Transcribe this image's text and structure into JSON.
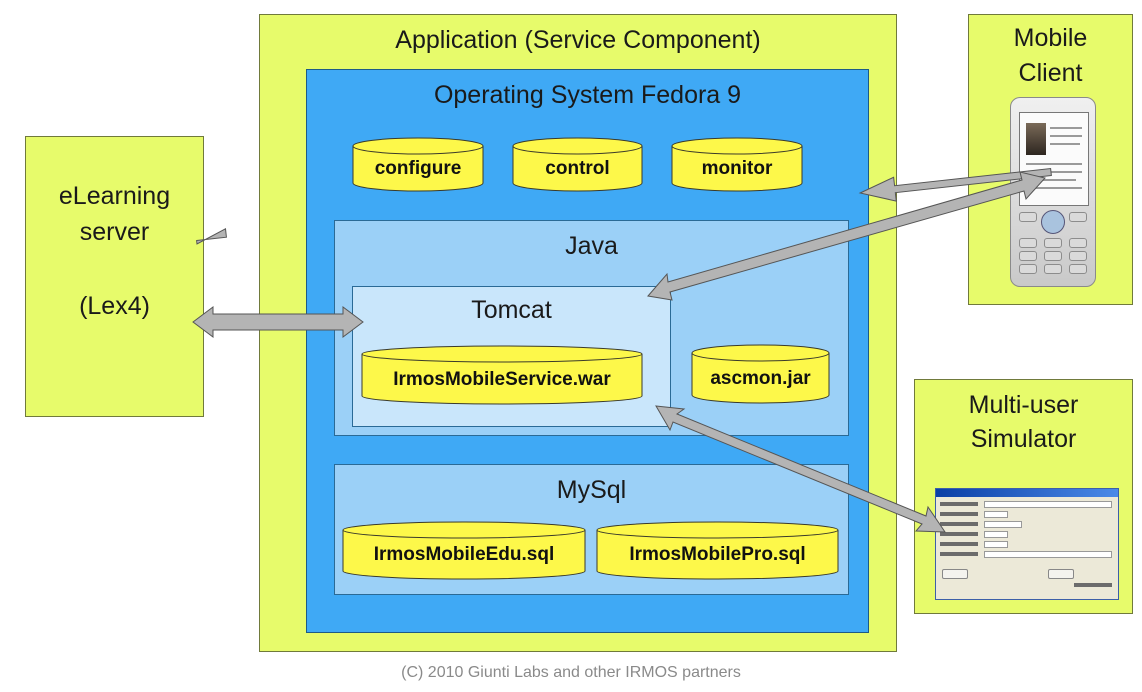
{
  "app": {
    "title": "Application (Service Component)",
    "os": {
      "title": "Operating System Fedora 9",
      "tools": [
        "configure",
        "control",
        "monitor"
      ],
      "java": {
        "title": "Java",
        "tomcat": {
          "title": "Tomcat",
          "war": "IrmosMobileService.war"
        },
        "jar": "ascmon.jar"
      },
      "mysql": {
        "title": "MySql",
        "dbs": [
          "IrmosMobileEdu.sql",
          "IrmosMobilePro.sql"
        ]
      }
    }
  },
  "elearning": {
    "line1": "eLearning",
    "line2": "server",
    "line3": "(Lex4)"
  },
  "mobile": {
    "line1": "Mobile",
    "line2": "Client"
  },
  "simulator": {
    "line1": "Multi-user",
    "line2": "Simulator"
  },
  "footer": "(C) 2010 Giunti Labs and other IRMOS partners",
  "colors": {
    "lime": "#e7fb6b",
    "os_blue": "#3fa9f5",
    "java_blue": "#9bd0f7",
    "tomcat_blue": "#c9e6fb",
    "cylinder": "#fdf84a",
    "arrow": "#b4b4b4"
  }
}
